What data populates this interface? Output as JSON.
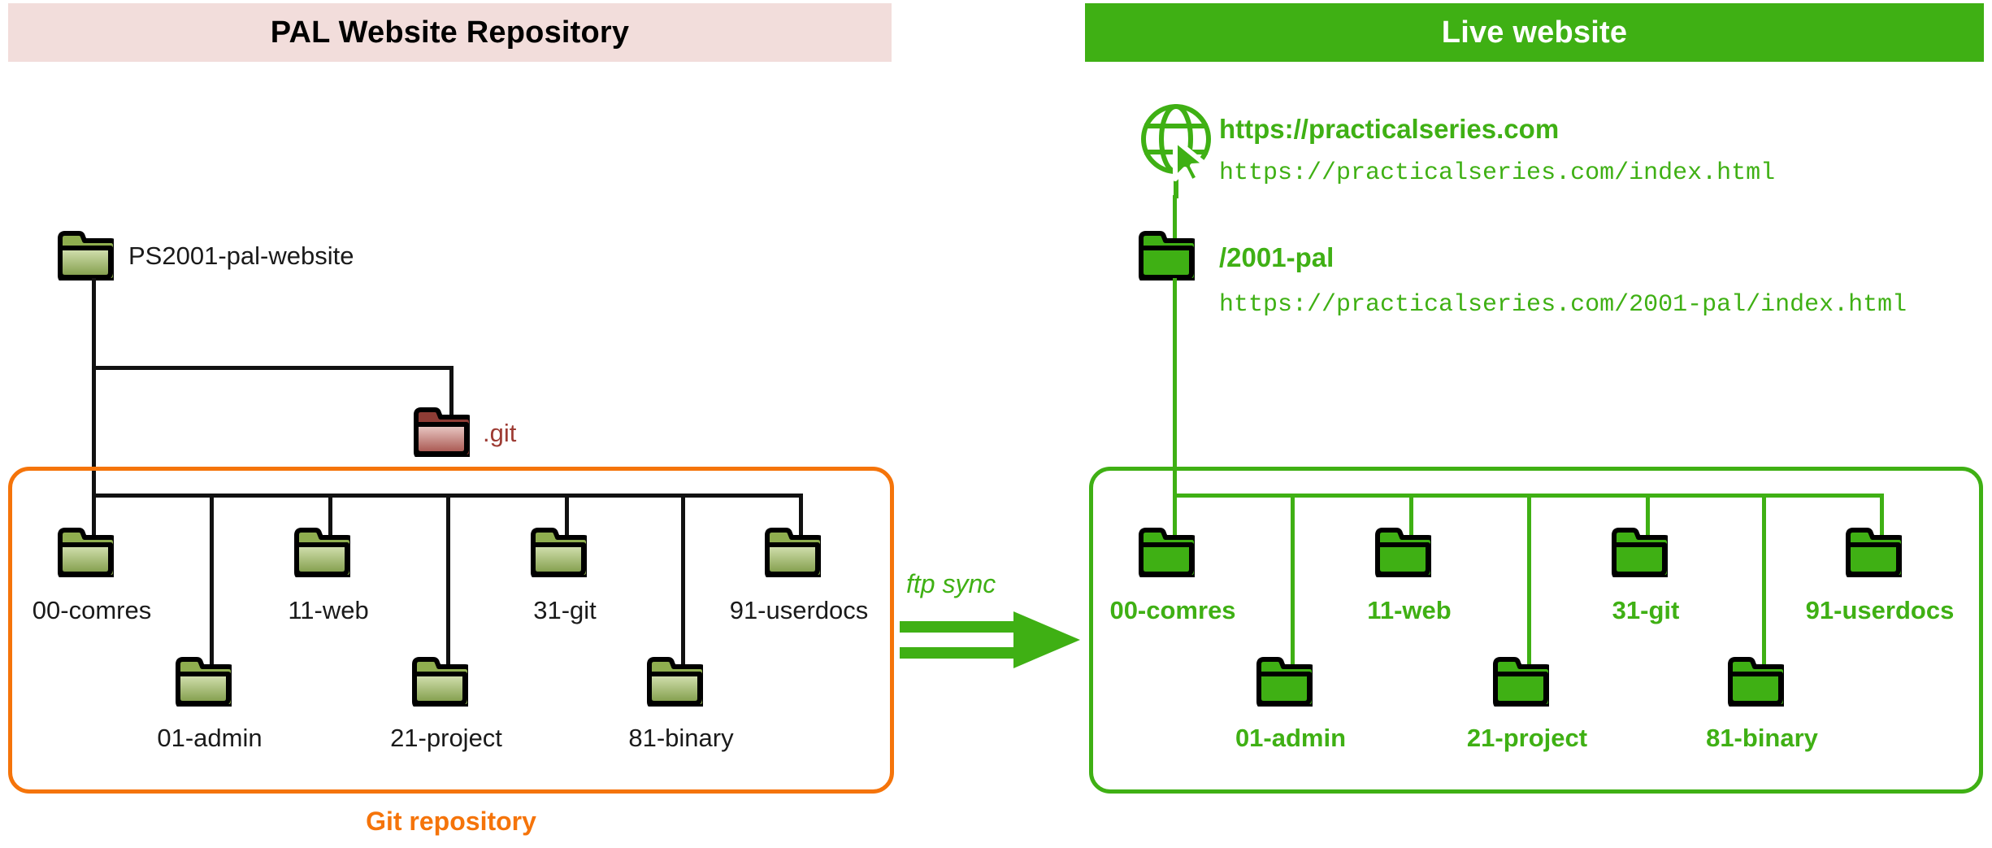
{
  "banners": {
    "left_title": "PAL Website Repository",
    "right_title": "Live website"
  },
  "colors": {
    "banner_left_bg": "#f2dddb",
    "banner_right_bg": "#3fb014",
    "git_box_border": "#f5740a",
    "live_box_border": "#3fb014",
    "folder_local": "#9dbb5e",
    "folder_live": "#3fb014",
    "folder_git": "#c98a84",
    "text_dark": "#1a1a1a",
    "text_green": "#3fb014",
    "text_orange": "#f5740a",
    "text_git_red": "#9d3b33"
  },
  "repository": {
    "root_label": "PS2001-pal-website",
    "git_folder_label": ".git",
    "container_caption": "Git repository",
    "level1": [
      {
        "label": "00-comres"
      },
      {
        "label": "11-web"
      },
      {
        "label": "31-git"
      },
      {
        "label": "91-userdocs"
      }
    ],
    "level2": [
      {
        "label": "01-admin"
      },
      {
        "label": "21-project"
      },
      {
        "label": "81-binary"
      }
    ]
  },
  "sync": {
    "label": "ftp sync",
    "icon": "double-arrow-right-icon"
  },
  "live": {
    "site_name": "https://practicalseries.com",
    "site_url": "https://practicalseries.com/index.html",
    "folder_label": "/2001-pal",
    "folder_url": "https://practicalseries.com/2001-pal/index.html",
    "globe_icon": "globe-cursor-icon",
    "level1": [
      {
        "label": "00-comres"
      },
      {
        "label": "11-web"
      },
      {
        "label": "31-git"
      },
      {
        "label": "91-userdocs"
      }
    ],
    "level2": [
      {
        "label": "01-admin"
      },
      {
        "label": "21-project"
      },
      {
        "label": "81-binary"
      }
    ]
  }
}
